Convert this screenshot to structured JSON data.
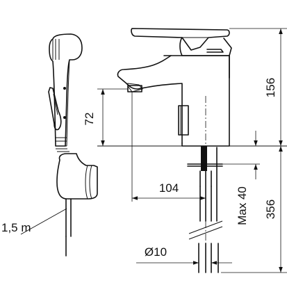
{
  "dimensions": {
    "height_total": "156",
    "spout_height": "72",
    "spout_reach": "104",
    "max_deck": "Max 40",
    "hose_supply": "356",
    "hole_diameter": "Ø10",
    "hose_length": "1,5 m"
  },
  "colors": {
    "line": "#111111",
    "background": "#ffffff"
  }
}
